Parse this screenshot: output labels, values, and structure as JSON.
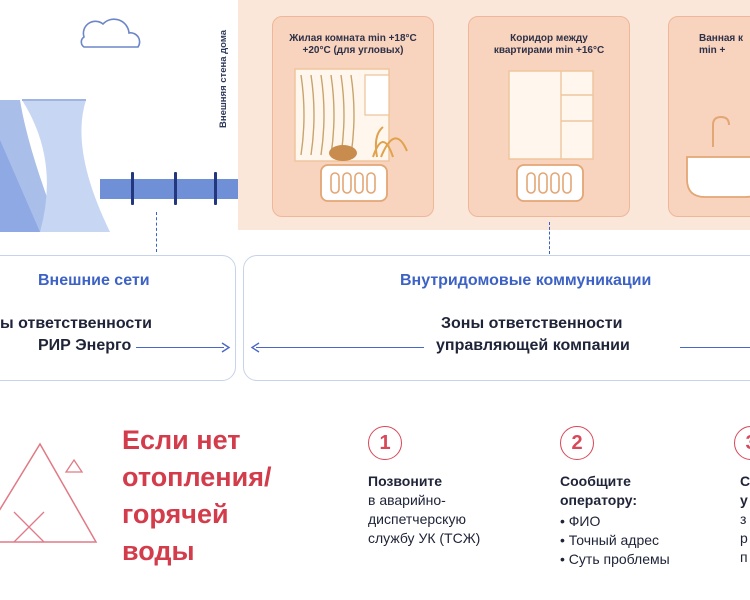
{
  "illustration": {
    "wall_label": "Внешняя стена дома",
    "rooms": [
      {
        "label": "Жилая комната min +18°C\n+20°C (для угловых)"
      },
      {
        "label": "Коридор между\nквартирами min +16°C"
      },
      {
        "label": "Ванная к\nmin +"
      }
    ]
  },
  "zones": {
    "external": {
      "title": "Внешние сети",
      "line1": "ы ответственности",
      "line2": "РИР Энерго"
    },
    "internal": {
      "title": "Внутридомовые коммуникации",
      "line1": "Зоны ответственности",
      "line2": "управляющей компании"
    }
  },
  "alert": {
    "headline": [
      "Если нет",
      "отопления/",
      "горячей",
      "воды"
    ]
  },
  "steps": [
    {
      "number": "1",
      "title": "Позвоните",
      "lines": [
        "в аварийно-",
        "диспетчерскую",
        "службу УК (ТСЖ)"
      ]
    },
    {
      "number": "2",
      "title": "Сообщите\nоператору:",
      "lines": [
        "• ФИО",
        "• Точный адрес",
        "• Суть проблемы"
      ]
    },
    {
      "number": "3",
      "title": "С\nу",
      "lines": [
        "з",
        "р",
        "п"
      ]
    }
  ],
  "colors": {
    "accent_red": "#d23c4b",
    "accent_blue": "#3c62c5",
    "house_bg": "#fbe7d9"
  }
}
